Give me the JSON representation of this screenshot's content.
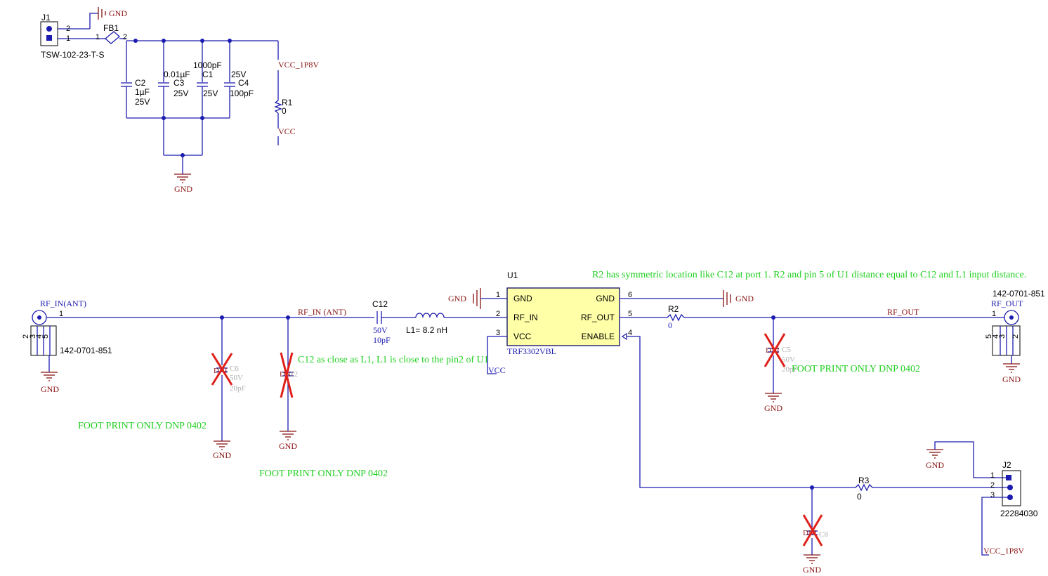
{
  "net_labels": {
    "gnd": "GND",
    "vcc_1p8v": "VCC_1P8V",
    "vcc": "VCC",
    "rf_in_ant": "RF_IN(ANT)",
    "rf_in_space": "RF_IN (ANT)",
    "rf_out": "RF_OUT"
  },
  "components": {
    "j1": {
      "ref": "J1",
      "part": "TSW-102-23-T-S",
      "pins": [
        "2",
        "1"
      ]
    },
    "fb1": {
      "ref": "FB1",
      "pin1": "1",
      "pin2": "2"
    },
    "c2": {
      "ref": "C2",
      "value": "1µF",
      "voltage": "25V"
    },
    "c3": {
      "ref": "C3",
      "value": "0.01µF",
      "voltage": "25V"
    },
    "c1": {
      "ref": "C1",
      "value": "1000pF",
      "voltage": "25V"
    },
    "c4": {
      "ref": "C4",
      "value": "100pF",
      "voltage": "25V"
    },
    "r1": {
      "ref": "R1",
      "value": "0"
    },
    "u1": {
      "ref": "U1",
      "part": "TRF3302VBL",
      "pins_left": [
        {
          "num": "1",
          "name": "GND"
        },
        {
          "num": "2",
          "name": "RF_IN"
        },
        {
          "num": "3",
          "name": "VCC"
        }
      ],
      "pins_right": [
        {
          "num": "6",
          "name": "GND"
        },
        {
          "num": "5",
          "name": "RF_OUT"
        },
        {
          "num": "4",
          "name": "ENABLE"
        }
      ]
    },
    "c12": {
      "ref": "C12",
      "voltage": "50V",
      "value": "10pF"
    },
    "l1": {
      "label": "L1= 8.2 nH"
    },
    "r2": {
      "ref": "R2",
      "value": "0"
    },
    "r3": {
      "ref": "R3",
      "value": "0"
    },
    "c5": {
      "ref": "C5",
      "voltage": "50V",
      "value": "20pF"
    },
    "c6": {
      "ref": "C6",
      "voltage": "50V",
      "value": "20pF"
    },
    "c8": {
      "ref": "C8"
    },
    "c_dnp_in": {
      "ref": "12"
    },
    "j_rf_in": {
      "part": "142-0701-851",
      "pin1": "1",
      "shield_pins": [
        "2",
        "3",
        "4",
        "5"
      ]
    },
    "j_rf_out": {
      "part": "142-0701-851",
      "pin1": "1",
      "shield_pins": [
        "5",
        "4",
        "3",
        "2"
      ]
    },
    "j2": {
      "ref": "J2",
      "part": "22284030",
      "pins": [
        "1",
        "2",
        "3"
      ]
    }
  },
  "dnp_mark": "DNI",
  "notes": {
    "r2_note": "R2 has symmetric location like C12 at port 1. R2 and pin 5 of U1 distance equal to C12 and L1 input distance.",
    "c12_note": "C12 as close as L1, L1 is close to the pin2 of U1",
    "fp_c6": "FOOT PRINT ONLY DNP 0402",
    "fp_cin": "FOOT PRINT ONLY DNP 0402",
    "fp_c5": "FOOT PRINT ONLY DNP 0402"
  },
  "colors": {
    "wire": "#1c1cb0",
    "net_label": "#8a1414",
    "note": "#22d022",
    "dnp_cross": "#e0201a"
  }
}
